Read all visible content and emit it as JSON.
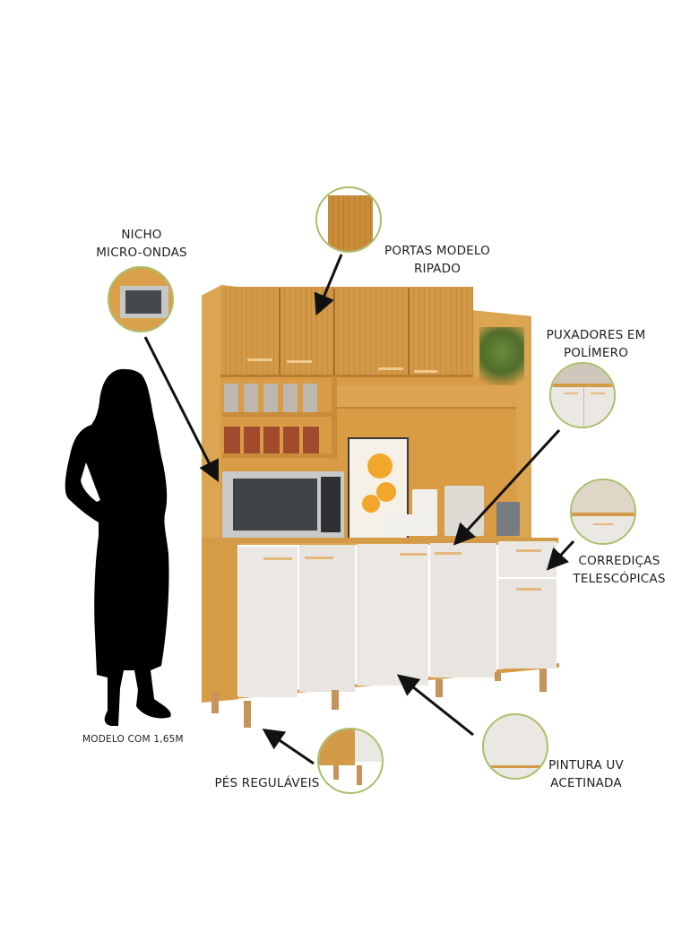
{
  "features": [
    {
      "id": "nicho",
      "lines": [
        "NICHO",
        "MICRO-ONDAS"
      ]
    },
    {
      "id": "portas",
      "lines": [
        "PORTAS MODELO",
        "RIPADO"
      ]
    },
    {
      "id": "puxadores",
      "lines": [
        "PUXADORES EM",
        "POLÍMERO"
      ]
    },
    {
      "id": "corredicas",
      "lines": [
        "CORREDIÇAS",
        "TELESCÓPICAS"
      ]
    },
    {
      "id": "pintura",
      "lines": [
        "PINTURA UV",
        "ACETINADA"
      ]
    },
    {
      "id": "pes",
      "lines": [
        "PÉS REGULÁVEIS"
      ]
    }
  ],
  "silhouette": {
    "caption": "MODELO COM 1,65M"
  },
  "colors": {
    "wood": "#d9a14c",
    "wood_dark": "#b97f32",
    "door_white": "#ebe7e3",
    "circle_border": "#a9bf6b",
    "arrow": "#111111"
  }
}
